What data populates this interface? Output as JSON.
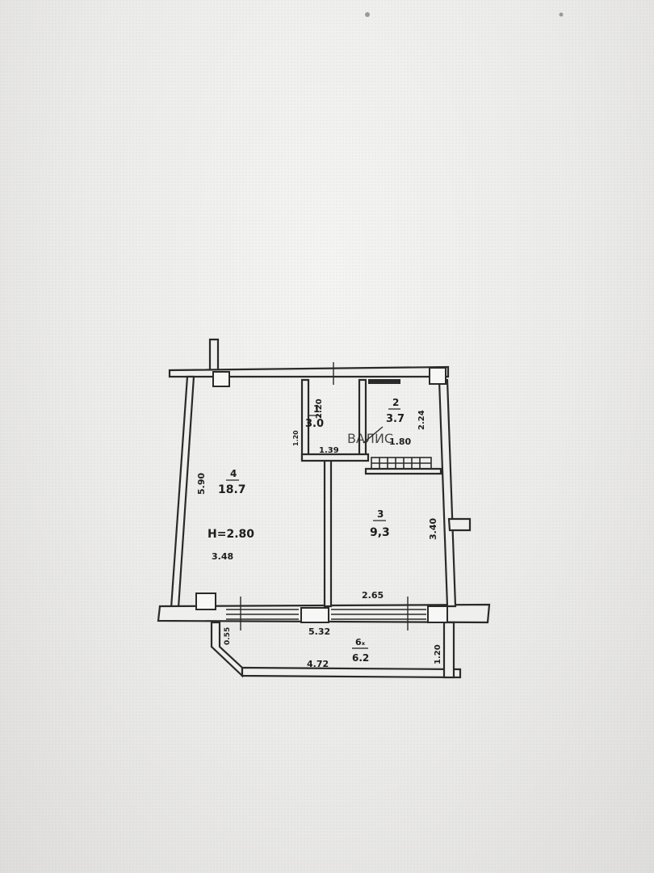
{
  "plan": {
    "ceiling_height": "H=2.80",
    "watermark": "ВАЛИС",
    "rooms": [
      {
        "number": "1",
        "area": "3.0"
      },
      {
        "number": "2",
        "area": "3.7"
      },
      {
        "number": "3",
        "area": "9,3"
      },
      {
        "number": "4",
        "area": "18.7"
      },
      {
        "number": "6ₓ",
        "area": "6.2"
      }
    ],
    "dimensions": {
      "room1_height": "2.20",
      "room1_small": "1.20",
      "room1_width": "1.39",
      "room2_height": "2.24",
      "room2_width": "1.80",
      "room4_height": "5.90",
      "room4_width": "3.48",
      "room3_height": "3.40",
      "room3_width": "2.65",
      "total_width": "5.32",
      "balcony_depth": "0.55",
      "balcony_width": "4.72",
      "balcony_side": "1.20"
    }
  }
}
